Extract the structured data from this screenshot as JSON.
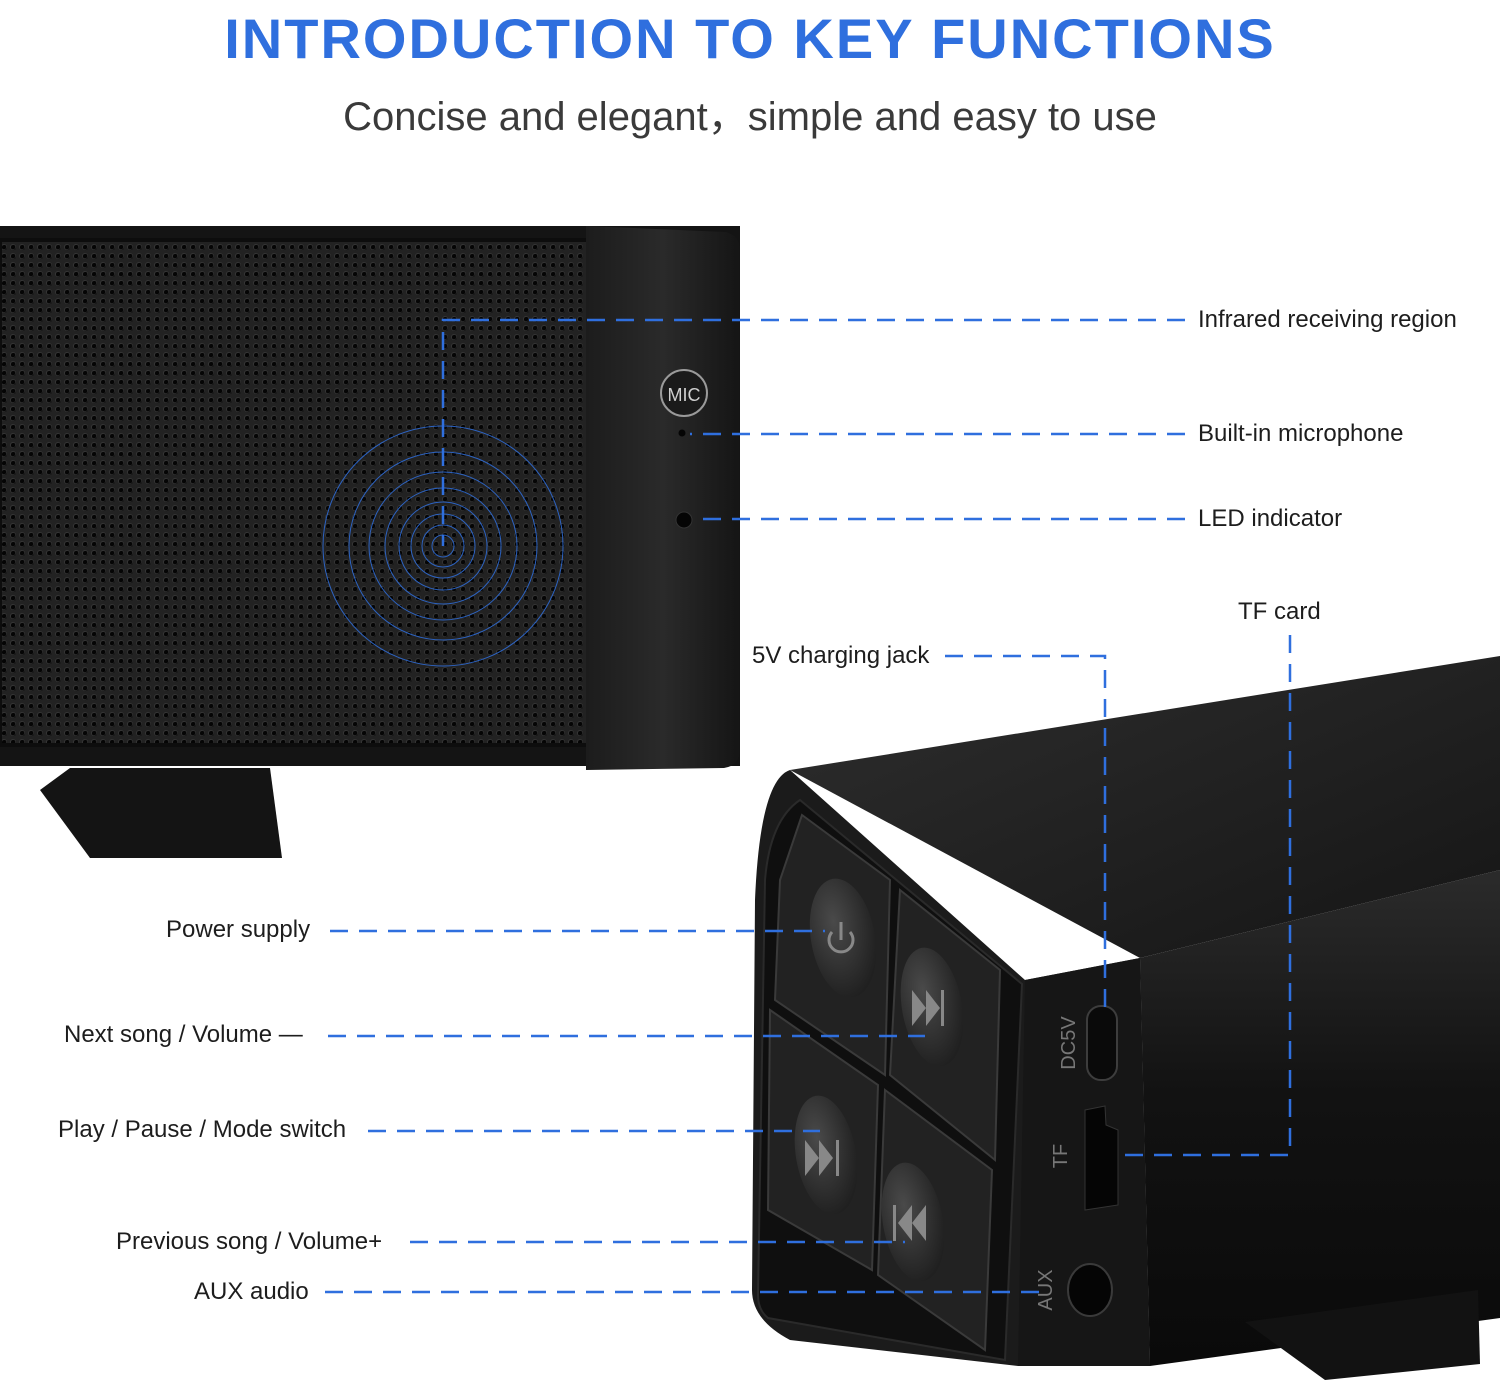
{
  "header": {
    "title": "INTRODUCTION TO KEY FUNCTIONS",
    "subtitle": "Concise and elegant，simple and easy to use"
  },
  "colors": {
    "accent": "#2f6fde",
    "speaker_body": "#1a1a1a",
    "text": "#1d1d1d"
  },
  "front_panel": {
    "mic_label": "MIC"
  },
  "side_panel": {
    "dc_label": "DC5V",
    "tf_label": "TF",
    "aux_label": "AUX"
  },
  "callouts": {
    "infrared": "Infrared receiving region",
    "microphone": "Built-in microphone",
    "led": "LED indicator",
    "tf_card": "TF card",
    "charging_jack": "5V charging jack",
    "power": "Power supply",
    "next_song": "Next song / Volume —",
    "play_pause": "Play / Pause / Mode switch",
    "previous_song": "Previous song / Volume+",
    "aux_audio": "AUX audio"
  }
}
